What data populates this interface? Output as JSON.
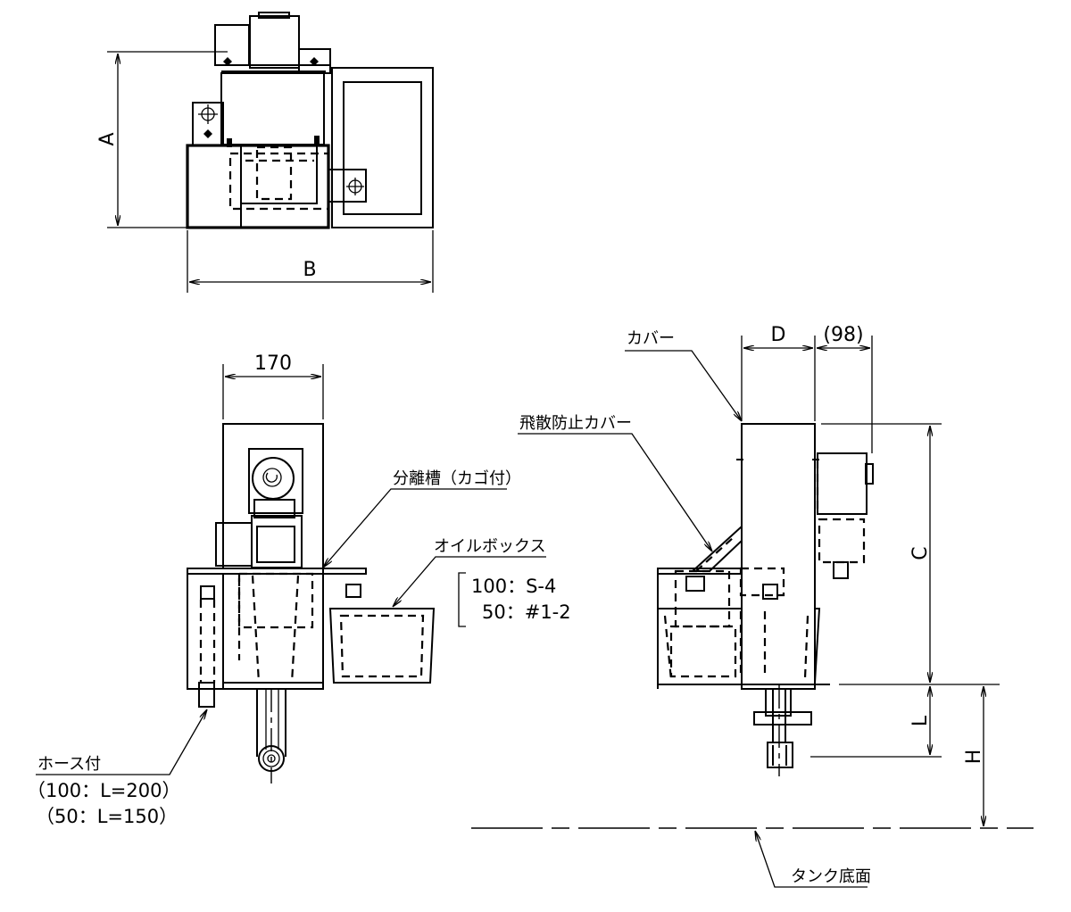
{
  "dimensions": {
    "A": "A",
    "B": "B",
    "C": "C",
    "D": "D",
    "H": "H",
    "L": "L",
    "width_170": "170",
    "ref_98": "(98)"
  },
  "labels": {
    "cover": "カバー",
    "splash_guard_cover": "飛散防止カバー",
    "separation_tank": "分離槽（カゴ付）",
    "oil_box": "オイルボックス",
    "oil_box_spec_100": "100：S-4",
    "oil_box_spec_50": "50：#1-2",
    "hose": "ホース付",
    "hose_spec_100": "（100：L=200）",
    "hose_spec_50": "（50：L=150）",
    "tank_bottom": "タンク底面"
  }
}
